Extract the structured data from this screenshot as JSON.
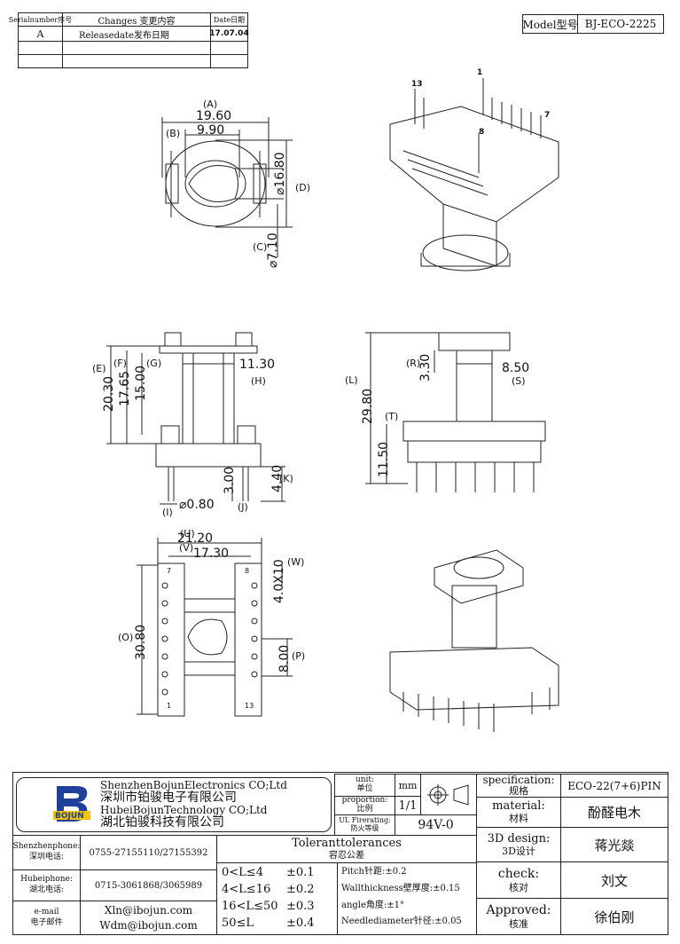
{
  "rev_table": {
    "h_serial": "Serialnumber序号",
    "h_changes": "Changes 变更内容",
    "h_date": "Date日期",
    "rows": [
      {
        "serial": "A",
        "change": "Releasedate发布日期",
        "date": "17.07.04"
      },
      {
        "serial": "",
        "change": "",
        "date": ""
      },
      {
        "serial": "",
        "change": "",
        "date": ""
      }
    ]
  },
  "model": {
    "label": "Model型号",
    "value": "BJ-ECO-2225"
  },
  "top_view": {
    "A_label": "(A)",
    "A_value": "19.60",
    "B_label": "(B)",
    "B_value": "9.90",
    "D_label": "(D)",
    "D_value": "⌀16.80",
    "C_label": "(C)",
    "C_value": "⌀7.10"
  },
  "iso_top": {
    "pin1": "1",
    "pin7": "7",
    "pin8": "8",
    "pin13": "13"
  },
  "side_view": {
    "E_label": "(E)",
    "E_value": "20.30",
    "F_label": "(F)",
    "F_value": "17.65",
    "G_label": "(G)",
    "G_value": "15.00",
    "H_label": "(H)",
    "H_value": "11.30",
    "K_label": "(K)",
    "K_value": "4.40",
    "J_label": "(J)",
    "J_value": "3.00",
    "I_label": "(I)",
    "I_value": "⌀0.80"
  },
  "front_view": {
    "L_label": "(L)",
    "L_value": "29.80",
    "R_label": "(R)",
    "R_value": "3.30",
    "S_label": "(S)",
    "S_value": "8.50",
    "T_label": "(T)",
    "T_value": "11.50"
  },
  "bottom_view": {
    "U_label": "(U)",
    "U_value": "21.20",
    "V_label": "(V)",
    "V_value": "17.30",
    "W_label": "(W)",
    "W_value": "4.0X10",
    "O_label": "(O)",
    "O_value": "30.80",
    "P_label": "(P)",
    "P_value": "8.00",
    "pin7": "7",
    "pin8": "8",
    "pin1": "1",
    "pin13": "13"
  },
  "title_block": {
    "company_en1": "ShenzhenBojunElectronics CO;Ltd",
    "company_cn1": "深圳市铂骏电子有限公司",
    "company_en2": "HubeiBojunTechnology CO;Ltd",
    "company_cn2": "湖北铂骏科技有限公司",
    "logo_text": "BOJUN",
    "unit_label": "unit:",
    "unit_cn": "单位",
    "unit_value": "mm",
    "proportion_label": "proportion:",
    "proportion_cn": "比例",
    "proportion_value": "1/1",
    "ul_label": "UL Firerating:",
    "ul_cn": "防火等级",
    "ul_value": "94V-0",
    "spec_label": "specification:",
    "spec_cn": "规格",
    "spec_value": "ECO-22(7+6)PIN",
    "material_label": "material:",
    "material_cn": "材料",
    "material_value": "酚醛电木",
    "design_label": "3D design:",
    "design_cn": "3D设计",
    "design_value": "蒋光燚",
    "check_label": "check:",
    "check_cn": "核对",
    "check_value": "刘文",
    "approved_label": "Approved:",
    "approved_cn": "核准",
    "approved_value": "徐伯刚",
    "sz_phone_label": "Shenzhenphone:",
    "sz_phone_cn": "深圳电话:",
    "sz_phone": "0755-27155110/27155392",
    "hb_phone_label": "Hubeiphone:",
    "hb_phone_cn": "湖北电话:",
    "hb_phone": "0715-3061868/3065989",
    "email_label": "e-mail",
    "email_cn": "电子邮件",
    "email1": "Xln@ibojun.com",
    "email2": "Wdm@ibojun.com",
    "tol_title": "Toleranttolerances",
    "tol_cn": "容忍公差",
    "tol_rows": [
      {
        "range": "0<L≤4",
        "tol": "±0.1"
      },
      {
        "range": "4<L≤16",
        "tol": "±0.2"
      },
      {
        "range": "16<L≤50",
        "tol": "±0.3"
      },
      {
        "range": "50≤L",
        "tol": "±0.4"
      }
    ],
    "pitch": "Pitch针距:±0.2",
    "wall": "Wallthickness壁厚度:±0.15",
    "angle": "angle角度:±1°",
    "needle": "Needlediameter针径:±0.05"
  }
}
